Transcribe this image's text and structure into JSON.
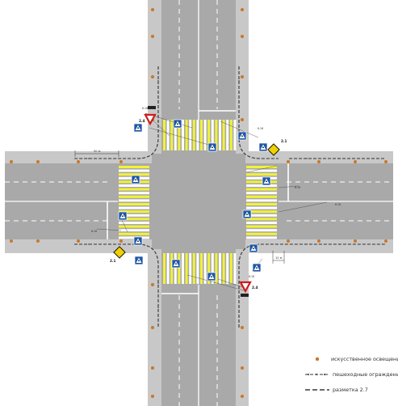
{
  "colors": {
    "sidewalk": "#c8c8c8",
    "road": "#a9a9a9",
    "lane_marking": "#ffffff",
    "crosswalk_white": "#ffffff",
    "crosswalk_yellow": "#f2f235",
    "lighting": "#c9772a",
    "sign_blue": "#1c57a8",
    "sign_yield_red": "#d01c1c",
    "sign_priority_yellow": "#f0d000"
  },
  "labels": {
    "dim_west": "50 м",
    "dim_east_bottom": "10 м",
    "crossing_label": "6.16"
  },
  "signs": {
    "pedestrian_crossing": "5.19.1",
    "yield": "2.4",
    "main_road": "2.1"
  },
  "legend": {
    "lighting": "искусственное освещение",
    "fence": "пешеходные ограждения",
    "marking": "разметка 2.7"
  }
}
